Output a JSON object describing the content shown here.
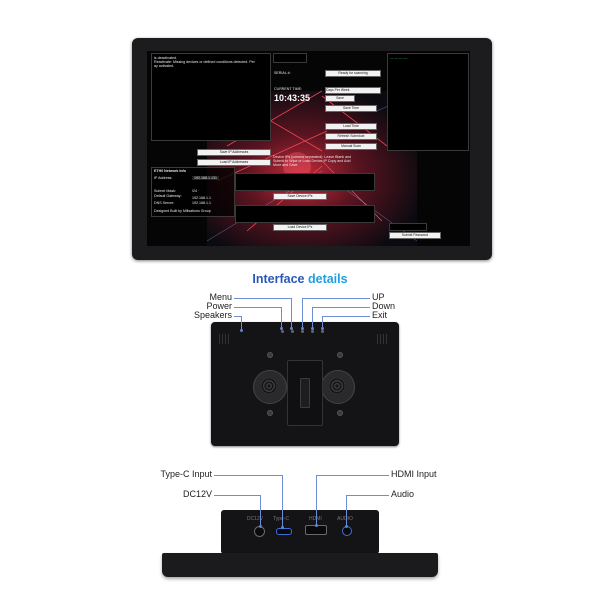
{
  "title": {
    "main": "Interface",
    "accent": "details"
  },
  "screen": {
    "top_text_1": "is deactivated.",
    "top_text_2": "Reactivate: Missing devices or defined conditions detected. Per",
    "top_text_3": "ay activated.",
    "status_label": "SERIAL #:",
    "status_value": "Ready for scanning",
    "current_time_label": "CURRENT TIME:",
    "clock": "10:43:35",
    "schedule": "Days Per Week",
    "save_button": "Save",
    "save_time_button": "Save Time",
    "load_time_button": "Load Time",
    "refresh_schedule_button": "Refresh Schedule",
    "manual_scan_button": "Manual Scan",
    "save_ip_button": "Save IP Addresses",
    "load_ip_button": "Load IP Addresses",
    "network_title": "ETH0 Network Info",
    "ip_label": "IP Address:",
    "ip_value": "192.168.1.131",
    "mask_label": "Subnet Mask:",
    "mask_value": "/24",
    "gateway_label": "Default Gateway:",
    "gateway_value": "192.168.1.1",
    "dns_label": "DNS Server:",
    "dns_value": "192.168.1.1",
    "designed_by": "Designed Built by Millsations Group",
    "device_ips_text_1": "Device IPs (comma separated): Leave Blank and",
    "device_ips_text_2": "Submit to Wipe or Load Device IP Copy and Add",
    "device_ips_text_3": "More and Save",
    "save_device_ips_button": "Save Device IPs",
    "load_device_ips_button": "Load Device IPs",
    "submit_password_button": "Submit Password"
  },
  "back_labels": {
    "menu": "Menu",
    "power": "Power",
    "speakers": "Speakers",
    "up": "UP",
    "down": "Down",
    "exit": "Exit"
  },
  "bottom_labels": {
    "typec": "Type-C Input",
    "dc12v": "DC12V",
    "hdmi": "HDMI Input",
    "audio": "Audio"
  },
  "port_silkscreen": {
    "dc": "DC12V",
    "typec": "Type-C",
    "hdmi": "HDMI",
    "audio": "AUDIO"
  }
}
